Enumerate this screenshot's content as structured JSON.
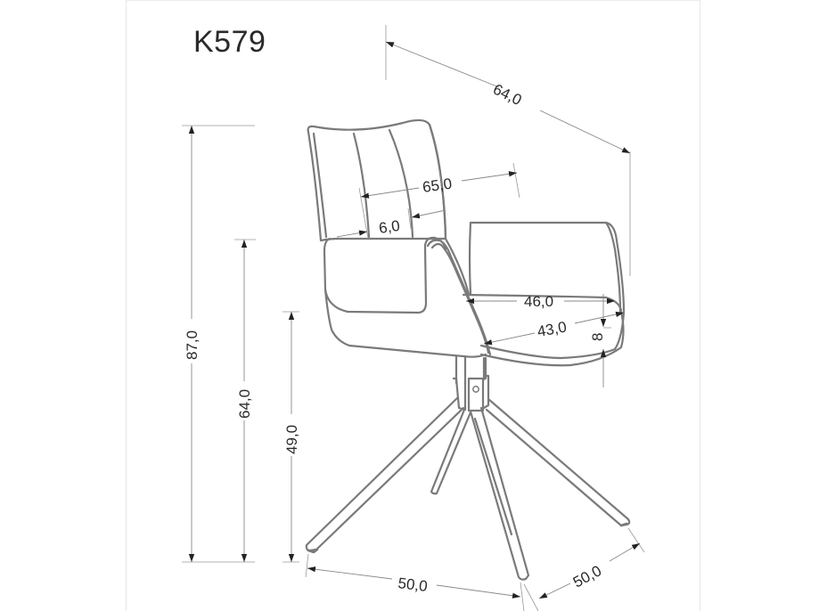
{
  "drawing": {
    "model_code": "K579",
    "units_hint": "cm",
    "colors": {
      "outline": "#7a7a7a",
      "dimension_line": "#8a8a8a",
      "arrow": "#222222",
      "text": "#2a2a2a",
      "background": "#ffffff"
    },
    "dimensions": {
      "overall_depth": "64,0",
      "total_width": "65,0",
      "back_cushion_thickness": "6,0",
      "seat_width": "46,0",
      "seat_depth": "43,0",
      "seat_thickness": "8",
      "total_height": "87,0",
      "armrest_height": "64,0",
      "seat_height": "49,0",
      "base_width": "50,0",
      "base_depth": "50,0"
    }
  }
}
